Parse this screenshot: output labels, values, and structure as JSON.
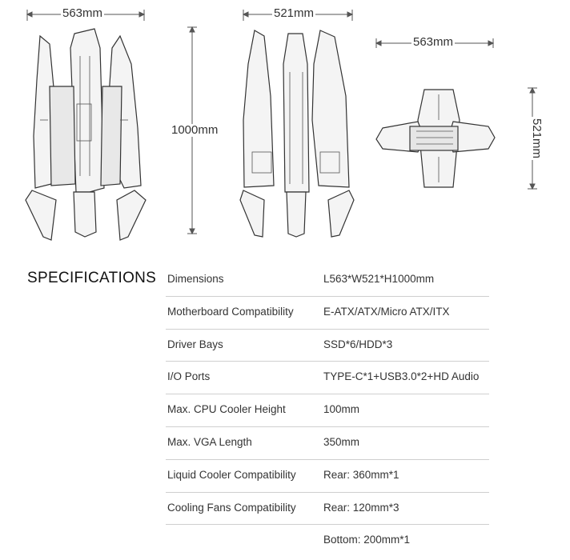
{
  "dimensions": {
    "front_width": "563mm",
    "side_width": "521mm",
    "height": "1000mm",
    "top_length": "563mm",
    "top_width": "521mm"
  },
  "specs": {
    "title": "SPECIFICATIONS",
    "rows": [
      {
        "label": "Dimensions",
        "value": "L563*W521*H1000mm"
      },
      {
        "label": "Motherboard Compatibility",
        "value": "E-ATX/ATX/Micro ATX/ITX"
      },
      {
        "label": "Driver Bays",
        "value": "SSD*6/HDD*3"
      },
      {
        "label": "I/O Ports",
        "value": "TYPE-C*1+USB3.0*2+HD Audio"
      },
      {
        "label": "Max. CPU Cooler Height",
        "value": "100mm"
      },
      {
        "label": "Max. VGA Length",
        "value": "350mm"
      },
      {
        "label": "Liquid Cooler Compatibility",
        "value": "Rear: 360mm*1"
      },
      {
        "label": "Cooling Fans Compatibility",
        "value": "Rear: 120mm*3"
      },
      {
        "label": "",
        "value": "Bottom: 200mm*1"
      }
    ]
  }
}
